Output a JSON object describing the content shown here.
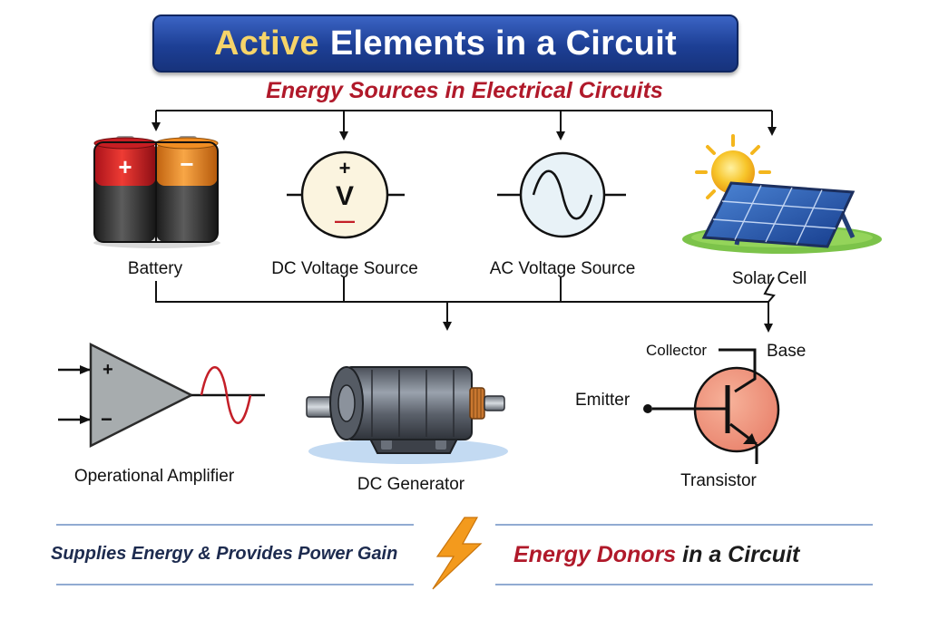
{
  "title": {
    "accent": "Active",
    "rest": "Elements in a Circuit"
  },
  "subtitle": "Energy Sources in Electrical Circuits",
  "components": {
    "battery": "Battery",
    "dc_voltage_source": "DC Voltage Source",
    "ac_voltage_source": "AC Voltage Source",
    "solar_cell": "Solar Cell",
    "op_amp": "Operational Amplifier",
    "dc_generator": "DC Generator",
    "transistor": "Transistor"
  },
  "battery_signs": {
    "plus": "+",
    "minus": "−"
  },
  "dc_source_symbols": {
    "plus": "+",
    "letter": "V",
    "minus": "—"
  },
  "op_amp_inputs": {
    "plus": "+",
    "minus": "−"
  },
  "transistor_pins": {
    "collector": "Collector",
    "base": "Base",
    "emitter": "Emitter"
  },
  "footer": {
    "left": "Supplies Energy & Provides Power Gain",
    "right_red": "Energy Donors",
    "right_rest": "in a Circuit"
  },
  "colors": {
    "banner": "#1d3f95",
    "title_accent": "#f6d469",
    "subtitle": "#b0192a",
    "bolt": "#f39a1d",
    "footer_lines": "#6d8fc4"
  }
}
